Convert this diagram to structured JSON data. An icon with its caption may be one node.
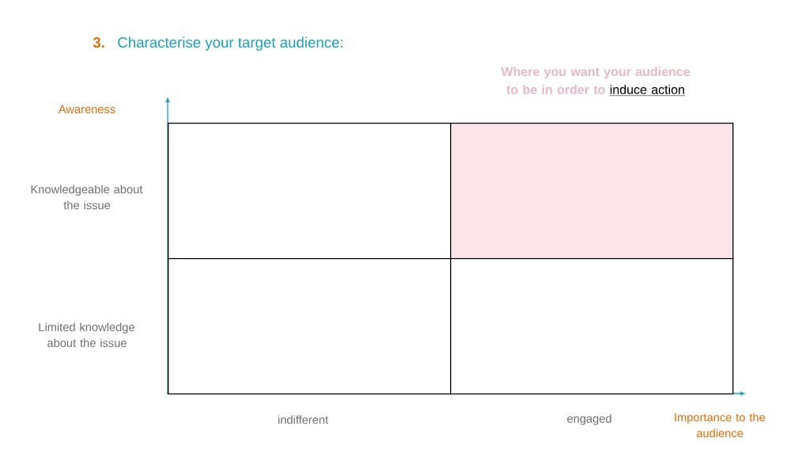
{
  "diagram": {
    "title": "Characterise your target audience:",
    "nodes": [
      {
        "text": [],
        "shape": "box"
      },
      {
        "text": [],
        "shape": "box",
        "beside": [
          "Where you want your audience to be in order to",
          "induce action"
        ]
      },
      {
        "text": [],
        "shape": "box"
      },
      {
        "text": [],
        "shape": "box"
      }
    ],
    "labels": [
      "3.",
      "Awareness",
      "Knowledgeable about the issue",
      "Limited knowledge about the issue",
      "indifferent",
      "engaged",
      "Importance to the audience"
    ]
  }
}
